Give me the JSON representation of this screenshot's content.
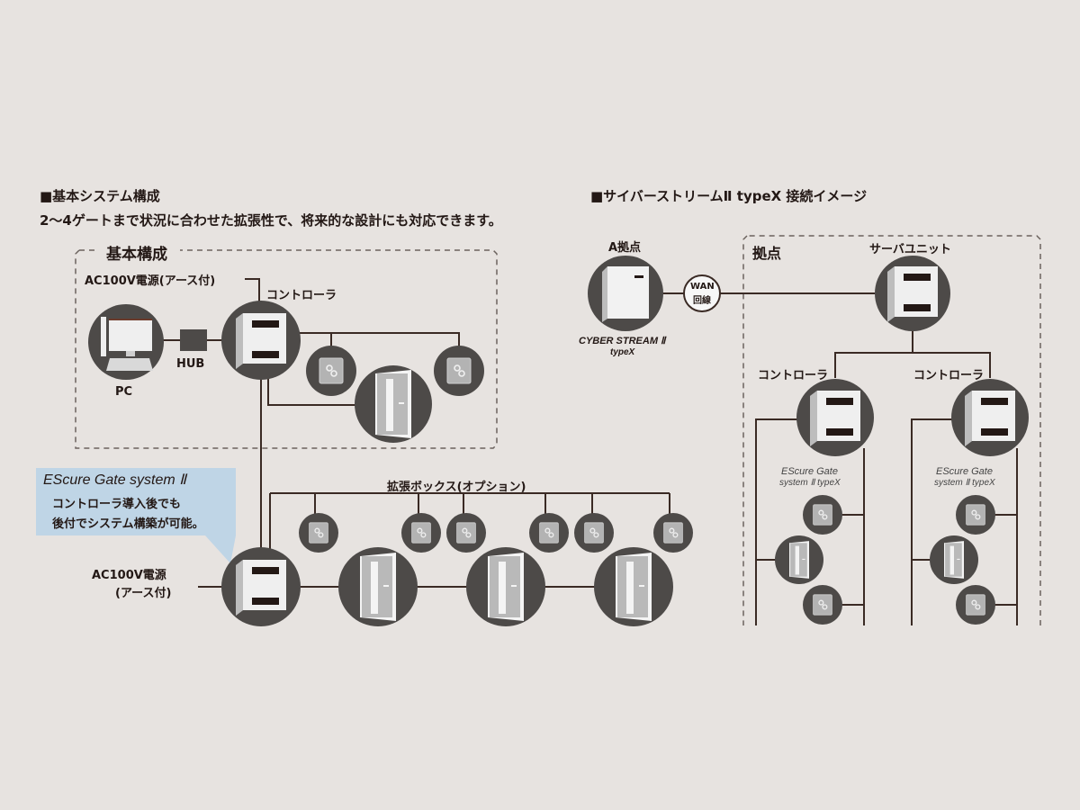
{
  "left_section": {
    "title": "■基本システム構成",
    "subtitle": "2～4ゲートまで状況に合わせた拡張性で、将来的な設計にも対応できます。",
    "group_label": "基本構成",
    "power_label": "AC100V電源(アース付)",
    "controller_label": "コントローラ",
    "pc_label": "PC",
    "hub_label": "HUB",
    "callout": {
      "product": "EScure Gate system Ⅱ",
      "line1": "コントローラ導入後でも",
      "line2": "後付でシステム構築が可能。"
    },
    "power2_line1": "AC100V電源",
    "power2_line2": "(アース付)",
    "expansion_label": "拡張ボックス(オプション)"
  },
  "right_section": {
    "title": "■サイバーストリームⅡ typeX 接続イメージ",
    "site_a_label": "A拠点",
    "site_a_product_line1": "CYBER STREAM Ⅱ",
    "site_a_product_line2": "typeX",
    "wan_line1": "WAN",
    "wan_line2": "回線",
    "site_label": "拠点",
    "server_label": "サーバユニット",
    "controllers": [
      {
        "label": "コントローラ",
        "product_line1": "EScure Gate",
        "product_line2": "system Ⅱ typeX"
      },
      {
        "label": "コントローラ",
        "product_line1": "EScure Gate",
        "product_line2": "system Ⅱ typeX"
      }
    ]
  },
  "colors": {
    "background": "#e7e3e0",
    "circle": "#4d4a48",
    "line": "#3a2a24",
    "device": "#eeeeee",
    "callout": "#bfd5e6",
    "reader": "#a8a8a8"
  }
}
